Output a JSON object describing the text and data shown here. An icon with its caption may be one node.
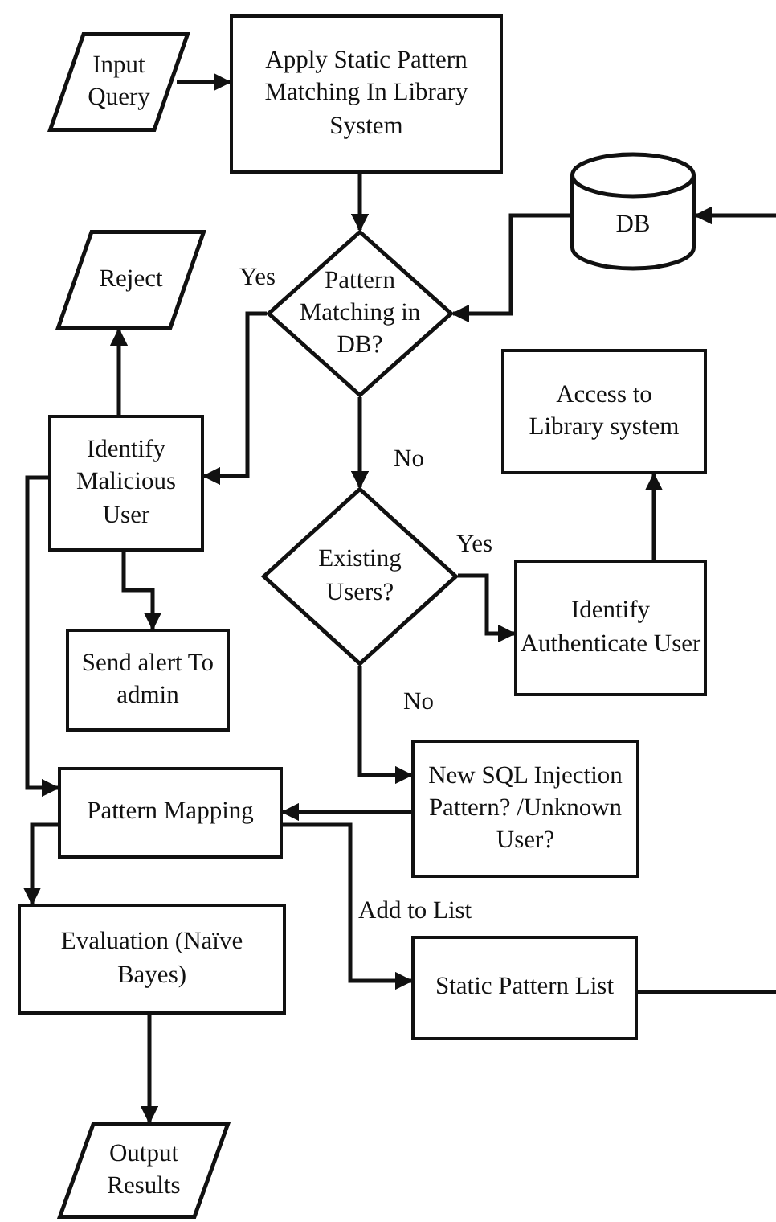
{
  "diagram": {
    "nodes": [
      {
        "text": [
          "Input Query"
        ]
      },
      {
        "text": [
          "Apply Static Pattern Matching In Library System"
        ]
      },
      {
        "text": [
          "DB"
        ]
      },
      {
        "text": [
          "Reject"
        ]
      },
      {
        "text": [
          "Pattern Matching in DB?"
        ]
      },
      {
        "text": [
          "Access to Library system"
        ]
      },
      {
        "text": [
          "Identify Malicious User"
        ]
      },
      {
        "text": [
          "Existing Users?"
        ]
      },
      {
        "text": [
          "Identify Authenticate User"
        ]
      },
      {
        "text": [
          "Send alert To admin"
        ]
      },
      {
        "text": [
          "New SQL Injection Pattern? /Unknown User?"
        ]
      },
      {
        "text": [
          "Pattern Mapping"
        ]
      },
      {
        "text": [
          "Evaluation (Naïve Bayes)"
        ]
      },
      {
        "text": [
          "Static Pattern List"
        ]
      },
      {
        "text": [
          "Output Results"
        ]
      }
    ],
    "edges": [
      {
        "from": 0,
        "to": 1,
        "arrow": "to"
      },
      {
        "from": 1,
        "to": 4,
        "arrow": "to"
      },
      {
        "from": 2,
        "to": 4,
        "arrow": "to"
      },
      {
        "from": null,
        "to": 2,
        "arrow": "to"
      },
      {
        "from": 4,
        "to": 6,
        "arrow": "to",
        "label": "Yes"
      },
      {
        "from": 4,
        "to": 7,
        "arrow": "to",
        "label": "No"
      },
      {
        "from": 6,
        "to": 3,
        "arrow": "to"
      },
      {
        "from": 6,
        "to": 9,
        "arrow": "to"
      },
      {
        "from": 6,
        "to": 11,
        "arrow": "to"
      },
      {
        "from": 7,
        "to": 8,
        "arrow": "to",
        "label": "Yes"
      },
      {
        "from": 7,
        "to": 10,
        "arrow": "to",
        "label": "No"
      },
      {
        "from": 10,
        "to": 11,
        "arrow": "to"
      },
      {
        "from": 11,
        "to": 12,
        "arrow": "to"
      },
      {
        "from": 11,
        "to": 13,
        "arrow": "to",
        "label": "Add to List"
      },
      {
        "from": 8,
        "to": 5,
        "arrow": "to"
      },
      {
        "from": 12,
        "to": 14,
        "arrow": "to"
      },
      {
        "from": 13,
        "to": null,
        "arrow": "none"
      }
    ]
  }
}
